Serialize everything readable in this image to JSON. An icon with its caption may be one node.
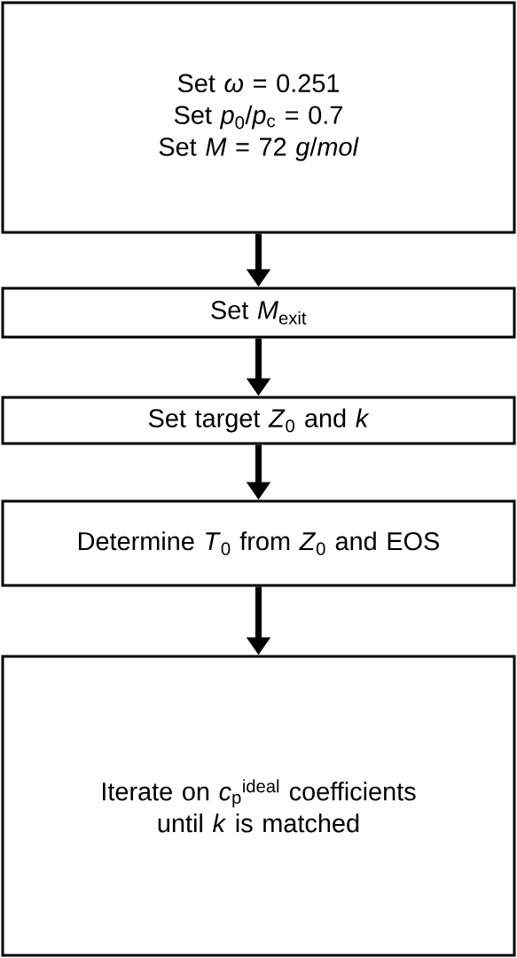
{
  "diagram": {
    "nodes": [
      {
        "text": [
          "Set *ω* = 0.251",
          "Set *p*$_{0}$/*p*$_{c}$ = 0.7",
          "Set *M* = 72 *g*/*mol*"
        ]
      },
      {
        "text": [
          "Set *M*$_{exit}$"
        ]
      },
      {
        "text": [
          "Set target *Z*$_{0}$ and *k*"
        ]
      },
      {
        "text": [
          "Determine *T*$_{0}$ from *Z*$_{0}$ and EOS"
        ]
      },
      {
        "text": [
          "Iterate on *c*$_{p}$$^{ideal}$ coefficients until *k* is matched"
        ]
      }
    ],
    "edges": [
      {
        "from": 0,
        "to": 1,
        "arrow": "to"
      },
      {
        "from": 1,
        "to": 2,
        "arrow": "to"
      },
      {
        "from": 2,
        "to": 3,
        "arrow": "to"
      },
      {
        "from": 3,
        "to": 4,
        "arrow": "to"
      }
    ]
  }
}
